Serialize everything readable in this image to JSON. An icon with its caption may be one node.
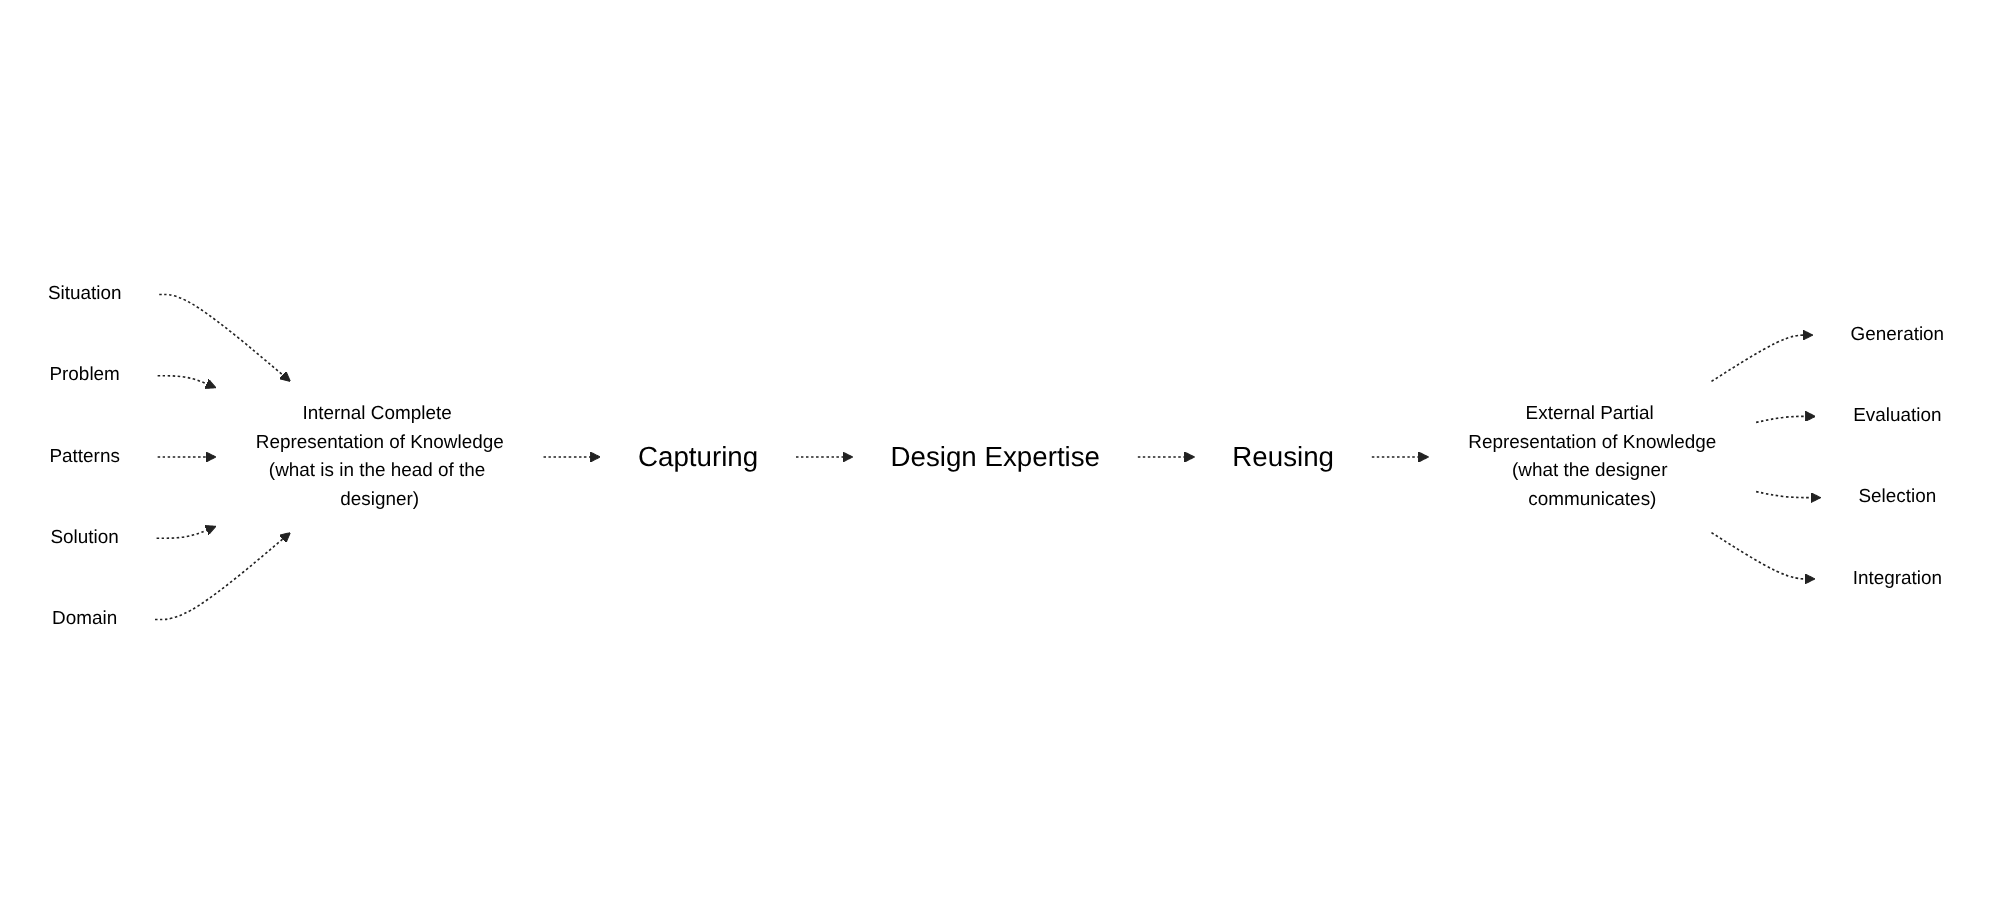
{
  "diagram": {
    "nodes": [
      {
        "text": [
          "Design Expertise"
        ]
      },
      {
        "text": [
          "Capturing"
        ]
      },
      {
        "text": [
          "Reusing"
        ]
      },
      {
        "text": [
          "Internal Complete Representation of Knowledge"
        ],
        "beside": [
          "(what is in the head of the designer)"
        ]
      },
      {
        "text": [
          "Situation"
        ]
      },
      {
        "text": [
          "Problem"
        ]
      },
      {
        "text": [
          "Patterns"
        ]
      },
      {
        "text": [
          "Solution"
        ]
      },
      {
        "text": [
          "Domain"
        ]
      },
      {
        "text": [
          "External Partial Representation of Knowledge"
        ],
        "beside": [
          "(what the designer communicates)"
        ]
      },
      {
        "text": [
          "Generation"
        ]
      },
      {
        "text": [
          "Evaluation"
        ]
      },
      {
        "text": [
          "Selection"
        ]
      },
      {
        "text": [
          "Integration"
        ]
      }
    ],
    "edges": [
      {
        "from": 1,
        "to": 0,
        "arrow": "to",
        "style": "dashed"
      },
      {
        "from": 0,
        "to": 2,
        "arrow": "to",
        "style": "dashed"
      },
      {
        "from": 3,
        "to": 1,
        "arrow": "to",
        "style": "dashed"
      },
      {
        "from": 4,
        "to": 3,
        "arrow": "to",
        "style": "dashed"
      },
      {
        "from": 5,
        "to": 3,
        "arrow": "to",
        "style": "dashed"
      },
      {
        "from": 6,
        "to": 3,
        "arrow": "to",
        "style": "dashed"
      },
      {
        "from": 7,
        "to": 3,
        "arrow": "to",
        "style": "dashed"
      },
      {
        "from": 8,
        "to": 3,
        "arrow": "to",
        "style": "dashed"
      },
      {
        "from": 2,
        "to": 9,
        "arrow": "to",
        "style": "dashed"
      },
      {
        "from": 9,
        "to": 10,
        "arrow": "to",
        "style": "dashed"
      },
      {
        "from": 9,
        "to": 11,
        "arrow": "to",
        "style": "dashed"
      },
      {
        "from": 9,
        "to": 12,
        "arrow": "to",
        "style": "dashed"
      },
      {
        "from": 9,
        "to": 13,
        "arrow": "to",
        "style": "dashed"
      }
    ]
  }
}
